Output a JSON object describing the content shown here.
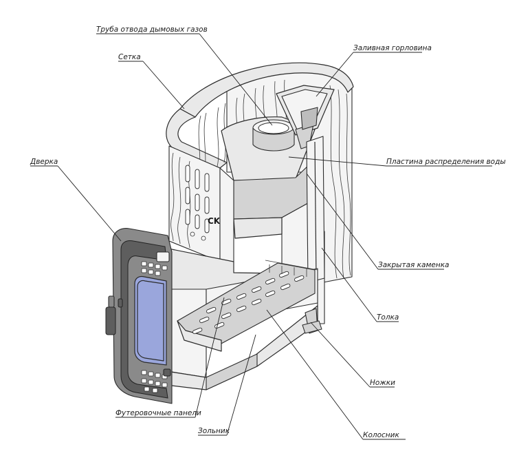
{
  "labels": [
    {
      "id": "pipe",
      "text": "Труба отвода дымовых газов"
    },
    {
      "id": "mesh",
      "text": "Сетка"
    },
    {
      "id": "filler",
      "text": "Заливная горловина"
    },
    {
      "id": "door",
      "text": "Дверка"
    },
    {
      "id": "plate",
      "text": "Пластина распределения воды"
    },
    {
      "id": "stones",
      "text": "Закрытая каменка"
    },
    {
      "id": "tolka",
      "text": "Толка"
    },
    {
      "id": "legs",
      "text": "Ножки"
    },
    {
      "id": "panels",
      "text": "Футеровочные панели"
    },
    {
      "id": "ashpit",
      "text": "Зольник"
    },
    {
      "id": "grate",
      "text": "Колосник"
    }
  ],
  "colors": {
    "glass": "#9aa6dc",
    "steel": "#e9e9e9",
    "iron": "#8a8a8a"
  }
}
